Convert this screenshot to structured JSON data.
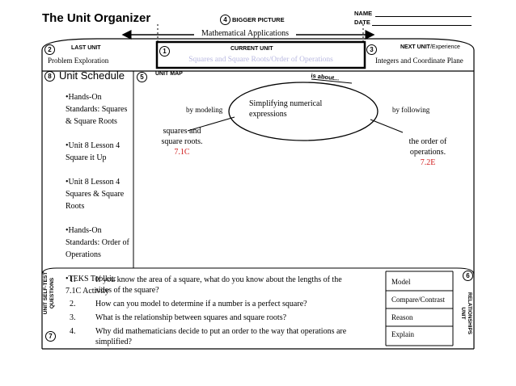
{
  "header": {
    "title": "The Unit Organizer",
    "bigger_picture_num": "4",
    "bigger_picture_label": "BIGGER PICTURE",
    "name_label": "NAME",
    "date_label": "DATE",
    "bigger_picture_value": "Mathematical Applications"
  },
  "last_unit": {
    "num": "2",
    "label": "LAST UNIT",
    "value": "Problem Exploration"
  },
  "current_unit": {
    "num": "1",
    "label": "CURRENT UNIT",
    "value": "Squares and Square Roots/Order of Operations"
  },
  "next_unit": {
    "num": "3",
    "label": "NEXT UNIT",
    "label_suffix": "/Experience",
    "value": "Integers and Coordinate Plane"
  },
  "schedule": {
    "num": "8",
    "title": "Unit Schedule",
    "items": [
      "•Hands-On\nStandards: Squares\n& Square  Roots",
      "•Unit 8 Lesson 4\nSquare it Up",
      "•Unit 8 Lesson 4\nSquares & Square\nRoots",
      "•Hands-On\nStandards: Order of\nOperations",
      "•TEKS Toolkit:\n7.1C Activity"
    ]
  },
  "unit_map": {
    "num": "5",
    "label": "UNIT MAP",
    "is_about": "is about...",
    "center": "Simplifying  numerical\nexpressions",
    "left_connector": "by modeling",
    "right_connector": "by following",
    "left_node": "squares and\nsquare  roots.",
    "left_node_code": "7.1C",
    "right_node": "the order of\noperations.",
    "right_node_code": "7.2E",
    "code_color": "#d11a1a"
  },
  "questions": {
    "num": "7",
    "side_label_1": "UNIT SELF-TEST",
    "side_label_2": "QUESTIONS",
    "items": [
      {
        "n": "1.",
        "text": "If you know the area of a square, what do you  know about the lengths of the\nsides of the square?"
      },
      {
        "n": "2.",
        "text": "How can you model to determine if a number is a perfect square?"
      },
      {
        "n": "3.",
        "text": "What is the relationship between squares and square roots?"
      },
      {
        "n": "4.",
        "text": "Why did mathematicians decide to put an order to the way that operations are\nsimplified?"
      }
    ]
  },
  "relationships": {
    "num": "6",
    "side_label_1": "UNIT",
    "side_label_2": "RELATIONSHIPS",
    "items": [
      "Model",
      "Compare/Contrast",
      "Reason",
      "Explain"
    ]
  }
}
